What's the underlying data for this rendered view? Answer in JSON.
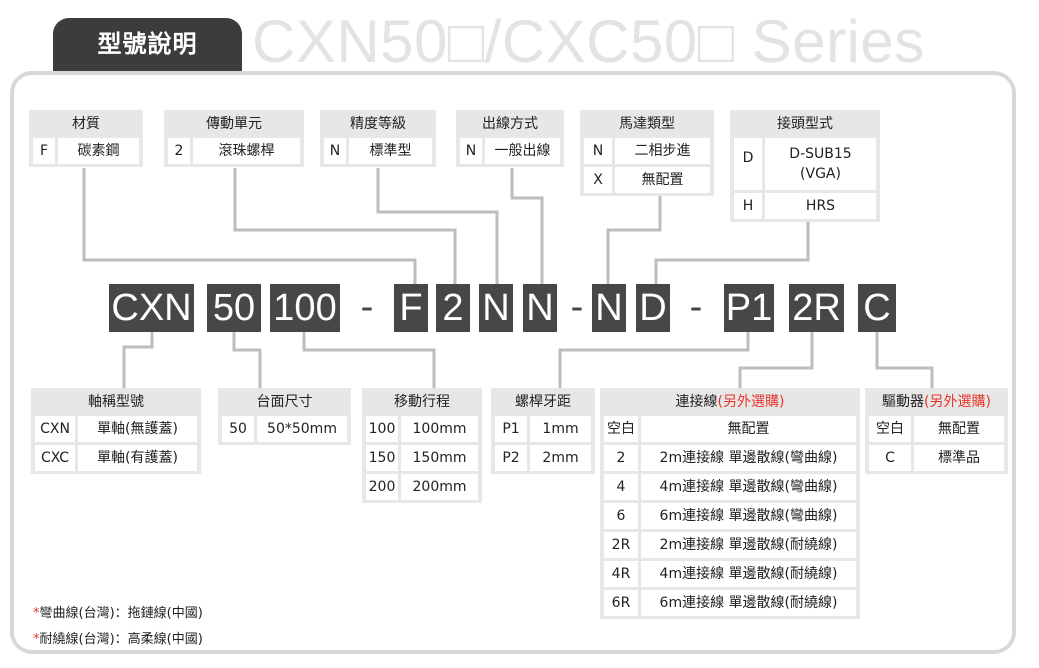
{
  "header": {
    "tab_label": "型號說明",
    "series_title": "CXN50□/CXC50□ Series"
  },
  "upper_fields": [
    {
      "key": "material",
      "title": "材質",
      "rows": [
        {
          "code": "F",
          "desc": "碳素鋼"
        }
      ]
    },
    {
      "key": "drive",
      "title": "傳動單元",
      "rows": [
        {
          "code": "2",
          "desc": "滾珠螺桿"
        }
      ]
    },
    {
      "key": "precision",
      "title": "精度等級",
      "rows": [
        {
          "code": "N",
          "desc": "標準型"
        }
      ]
    },
    {
      "key": "wiring",
      "title": "出線方式",
      "rows": [
        {
          "code": "N",
          "desc": "一般出線"
        }
      ]
    },
    {
      "key": "motor",
      "title": "馬達類型",
      "rows": [
        {
          "code": "N",
          "desc": "二相步進"
        },
        {
          "code": "X",
          "desc": "無配置"
        }
      ]
    },
    {
      "key": "connector",
      "title": "接頭型式",
      "rows": [
        {
          "code": "D",
          "desc": "D-SUB15",
          "desc2": "(VGA)"
        },
        {
          "code": "H",
          "desc": "HRS"
        }
      ]
    }
  ],
  "model_code": {
    "segments": [
      "CXN",
      "50",
      "100",
      "F",
      "2",
      "N",
      "N",
      "N",
      "D",
      "P1",
      "2R",
      "C"
    ],
    "separator": "-"
  },
  "lower_fields": [
    {
      "key": "axis",
      "title": "軸稱型號",
      "rows": [
        {
          "code": "CXN",
          "desc": "單軸(無護蓋)"
        },
        {
          "code": "CXC",
          "desc": "單軸(有護蓋)"
        }
      ]
    },
    {
      "key": "table_size",
      "title": "台面尺寸",
      "rows": [
        {
          "code": "50",
          "desc": "50*50mm"
        }
      ]
    },
    {
      "key": "stroke",
      "title": "移動行程",
      "rows": [
        {
          "code": "100",
          "desc": "100mm"
        },
        {
          "code": "150",
          "desc": "150mm"
        },
        {
          "code": "200",
          "desc": "200mm"
        }
      ]
    },
    {
      "key": "lead",
      "title": "螺桿牙距",
      "rows": [
        {
          "code": "P1",
          "desc": "1mm"
        },
        {
          "code": "P2",
          "desc": "2mm"
        }
      ]
    },
    {
      "key": "cable",
      "title": "連接線",
      "optional": "(另外選購)",
      "rows": [
        {
          "code": "空白",
          "desc": "無配置"
        },
        {
          "code": "2",
          "desc": "2m連接線 單邊散線(彎曲線)"
        },
        {
          "code": "4",
          "desc": "4m連接線 單邊散線(彎曲線)"
        },
        {
          "code": "6",
          "desc": "6m連接線 單邊散線(彎曲線)"
        },
        {
          "code": "2R",
          "desc": "2m連接線 單邊散線(耐繞線)"
        },
        {
          "code": "4R",
          "desc": "4m連接線 單邊散線(耐繞線)"
        },
        {
          "code": "6R",
          "desc": "6m連接線 單邊散線(耐繞線)"
        }
      ]
    },
    {
      "key": "driver",
      "title": "驅動器",
      "optional": "(另外選購)",
      "rows": [
        {
          "code": "空白",
          "desc": "無配置"
        },
        {
          "code": "C",
          "desc": "標準品"
        }
      ]
    }
  ],
  "notes": [
    {
      "marker": "*",
      "text": "彎曲線(台灣)：拖鏈線(中國)"
    },
    {
      "marker": "*",
      "text": "耐繞線(台灣)：高柔線(中國)"
    }
  ],
  "colors": {
    "tab_bg": "#3c3c3c",
    "segment_bg": "#474747",
    "box_bg": "#e7e7e7",
    "line": "#bdbdbd",
    "optional_text": "#e8352b",
    "frame": "#d8d8d8",
    "series_title": "#e3e3e3"
  }
}
